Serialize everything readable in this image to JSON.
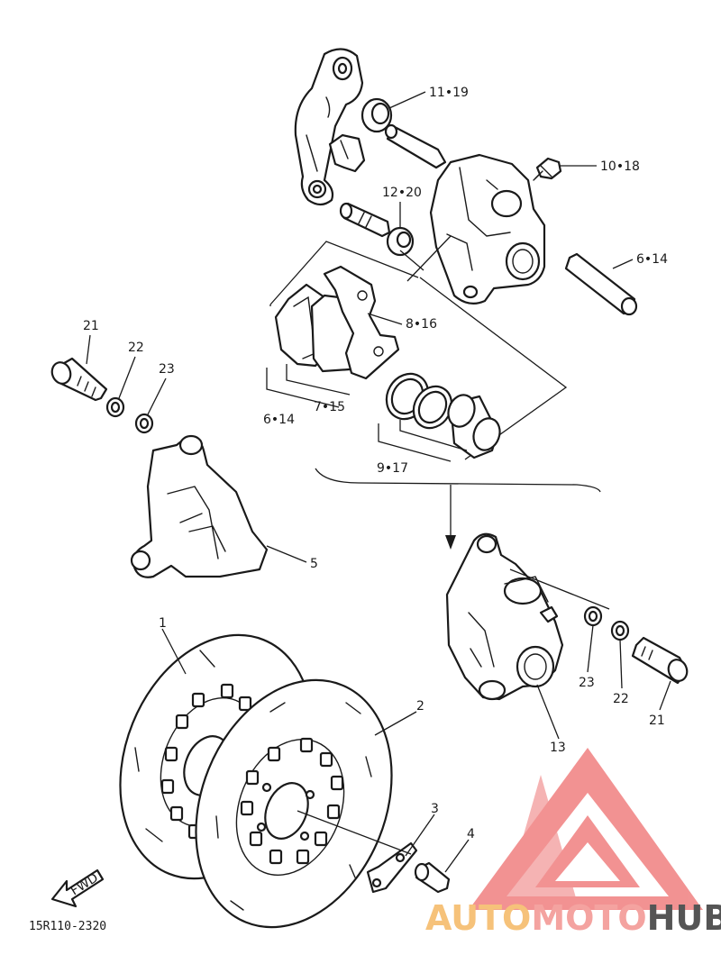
{
  "callouts": {
    "c_11_19": "11•19",
    "c_10_18": "10•18",
    "c_12_20": "12•20",
    "c_6_14_pin": "6•14",
    "c_8_16": "8•16",
    "c_7_15": "7•15",
    "c_6_14_pads": "6•14",
    "c_9_17": "9•17",
    "c_21_left": "21",
    "c_22_left": "22",
    "c_23_left": "23",
    "c_5": "5",
    "c_1": "1",
    "c_2": "2",
    "c_3": "3",
    "c_4": "4",
    "c_13": "13",
    "c_23_right": "23",
    "c_22_right": "22",
    "c_21_right": "21"
  },
  "fwd_label": "FWD",
  "part_number": "15R110-2320",
  "watermark": {
    "part1": "AUTO",
    "part2": "MOTO",
    "part3": "HUB",
    "color_auto": "#f6c27a",
    "color_moto": "#f4a3a0",
    "color_hub": "#555555",
    "logo_color": "#f08080"
  }
}
